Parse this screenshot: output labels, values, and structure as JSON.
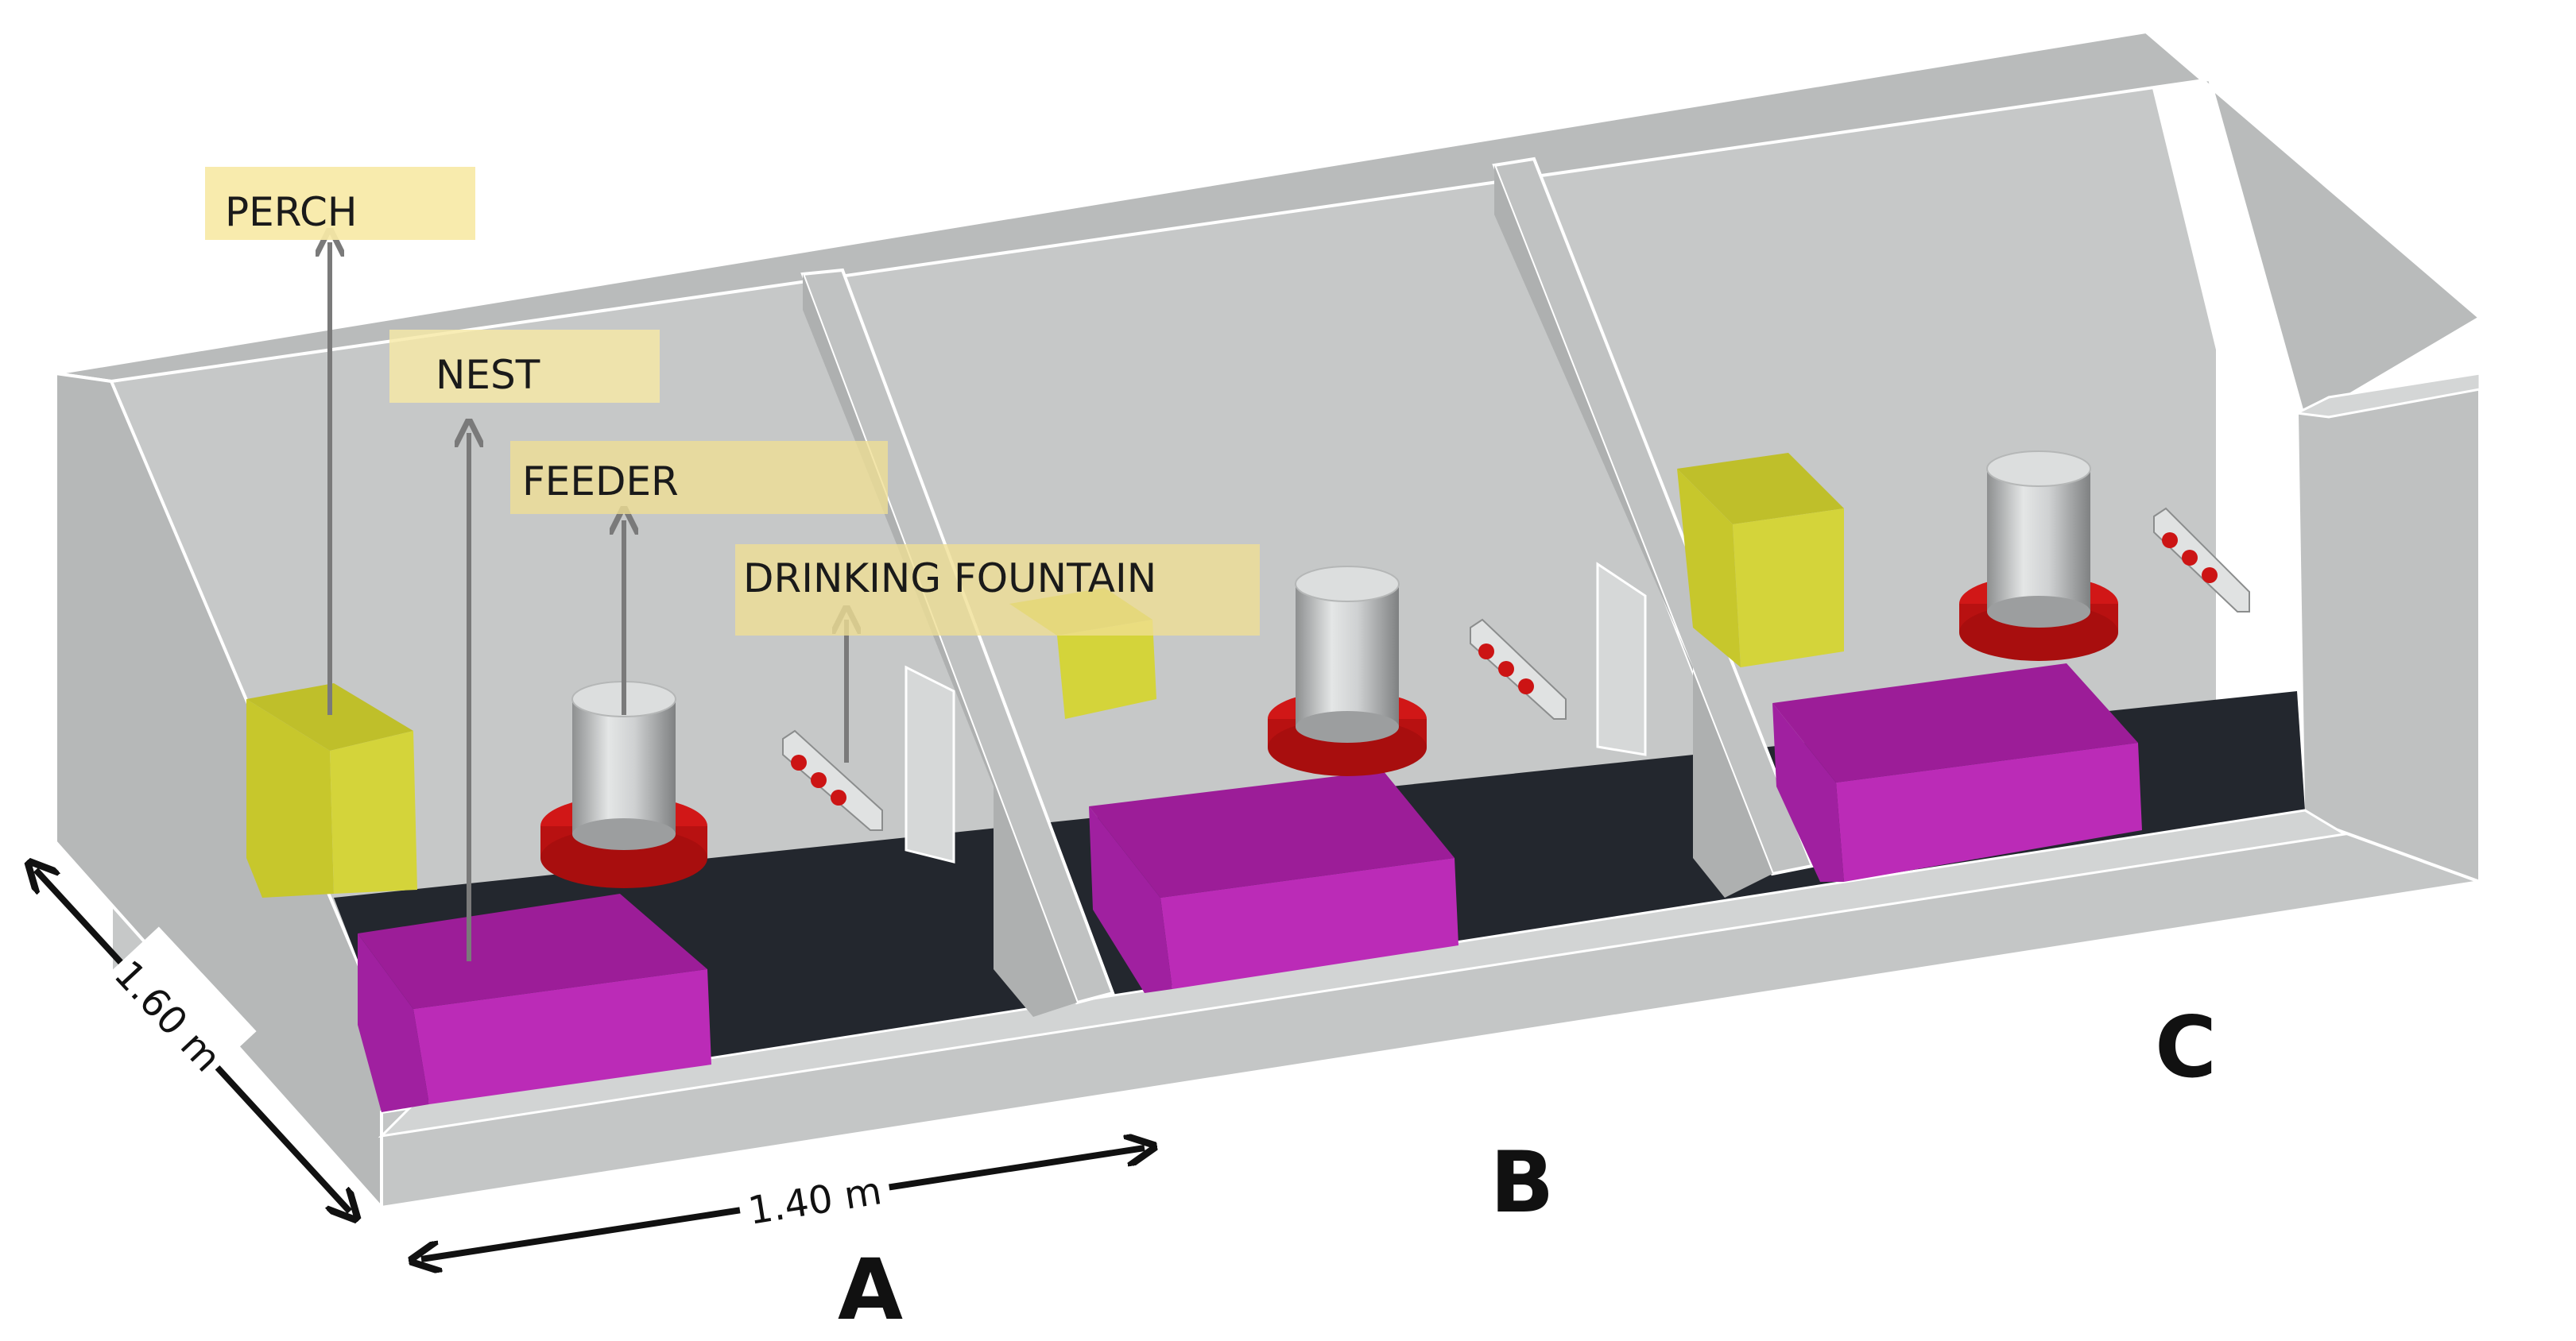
{
  "labels": {
    "perch": "PERCH",
    "nest": "NEST",
    "feeder": "FEEDER",
    "drinking_fountain": "DRINKING FOUNTAIN"
  },
  "dimensions": {
    "depth": "1.60 m",
    "width": "1.40 m"
  },
  "pens": {
    "a": "A",
    "b": "B",
    "c": "C"
  },
  "colors": {
    "wall": "#c2c4c4",
    "floor": "#23272e",
    "perch": "#cccc2e",
    "nest": "#b126ad",
    "feeder_base": "#d11717",
    "label_bg": "#f7e9a6"
  }
}
